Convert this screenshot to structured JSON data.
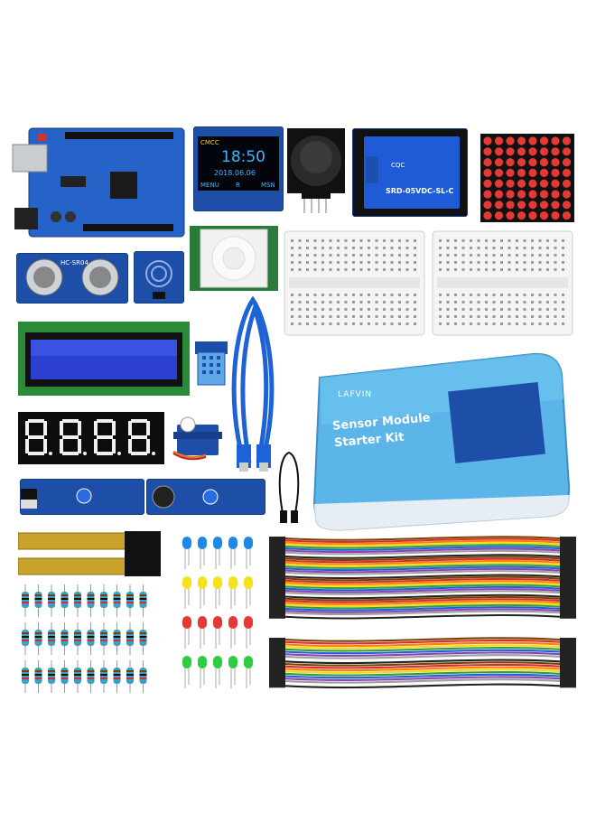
{
  "kit": {
    "brand": "LAFVIN",
    "box_title_line1": "Sensor Module",
    "box_title_line2": "Starter Kit"
  },
  "oled": {
    "status_text": "CMCC",
    "time": "18:50",
    "date": "2018.06.06",
    "menu_left": "MENU",
    "menu_mid": "R",
    "menu_right": "MSN"
  },
  "relay": {
    "model": "SRD-05VDC-SL-C",
    "cert": "CQC"
  },
  "ultrasonic": {
    "label": "HC-SR04"
  },
  "colors": {
    "pcb_blue": "#1d4fa8",
    "board_blue": "#2563c9",
    "box_blue": "#5bb5e8",
    "led_blue": "#1e88e5",
    "led_yellow": "#f5e21b",
    "led_red": "#e53935",
    "led_green": "#2ecc40",
    "wire_colors": [
      "#7b3f00",
      "#d32f2f",
      "#ff7f00",
      "#f7d61b",
      "#2e9e3a",
      "#1e5fd8",
      "#8e44ad",
      "#9e9e9e",
      "#ffffff",
      "#222222"
    ]
  },
  "icons": [
    "usb-cable-icon",
    "servo-icon",
    "led-icon",
    "resistor-icon",
    "jumper-wire-icon",
    "breadboard-icon"
  ]
}
